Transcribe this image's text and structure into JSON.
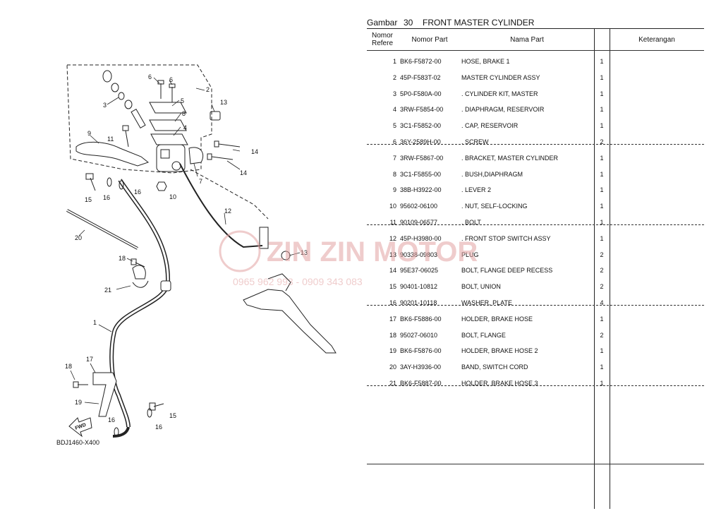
{
  "page": {
    "gambar_label": "Gambar",
    "gambar_number": "30",
    "section_title": "FRONT MASTER CYLINDER"
  },
  "diagram": {
    "code": "BDJ1460-X400",
    "fwd_label": "FWD",
    "callouts": [
      "1",
      "2",
      "3",
      "4",
      "5",
      "6",
      "6",
      "7",
      "8",
      "9",
      "10",
      "11",
      "12",
      "13",
      "13",
      "14",
      "14",
      "15",
      "15",
      "16",
      "16",
      "16",
      "16",
      "17",
      "18",
      "18",
      "19",
      "20",
      "21"
    ]
  },
  "watermark": {
    "brand": "ZIN ZIN MOTOR",
    "phone": "0965 962 993 - 0909 343 083"
  },
  "table": {
    "headers": {
      "ref": "Nomor Refere",
      "part_no": "Nomor Part",
      "part_name": "Nama Part",
      "remarks": "Keterangan"
    },
    "rows": [
      {
        "ref": "1",
        "part_no": "BK6-F5872-00",
        "name": "HOSE, BRAKE 1",
        "qty": "1"
      },
      {
        "ref": "2",
        "part_no": "45P-F583T-02",
        "name": "MASTER CYLINDER ASSY",
        "qty": "1"
      },
      {
        "ref": "3",
        "part_no": "5P0-F580A-00",
        "name": ". CYLINDER KIT, MASTER",
        "qty": "1"
      },
      {
        "ref": "4",
        "part_no": "3RW-F5854-00",
        "name": ". DIAPHRAGM, RESERVOIR",
        "qty": "1"
      },
      {
        "ref": "5",
        "part_no": "3C1-F5852-00",
        "name": ". CAP, RESERVOIR",
        "qty": "1"
      },
      {
        "ref": "6",
        "part_no": "36Y-2589H-00",
        "name": ". SCREW",
        "qty": "2"
      },
      {
        "ref": "7",
        "part_no": "3RW-F5867-00",
        "name": ". BRACKET, MASTER CYLINDER",
        "qty": "1"
      },
      {
        "ref": "8",
        "part_no": "3C1-F5855-00",
        "name": ". BUSH,DIAPHRAGM",
        "qty": "1"
      },
      {
        "ref": "9",
        "part_no": "38B-H3922-00",
        "name": ". LEVER 2",
        "qty": "1"
      },
      {
        "ref": "10",
        "part_no": "95602-06100",
        "name": ". NUT, SELF-LOCKING",
        "qty": "1"
      },
      {
        "ref": "11",
        "part_no": "90109-06577",
        "name": ". BOLT",
        "qty": "1"
      },
      {
        "ref": "12",
        "part_no": "45P-H3980-00",
        "name": ". FRONT STOP SWITCH ASSY",
        "qty": "1"
      },
      {
        "ref": "13",
        "part_no": "90338-09803",
        "name": "PLUG",
        "qty": "2"
      },
      {
        "ref": "14",
        "part_no": "95E37-06025",
        "name": "BOLT, FLANGE DEEP RECESS",
        "qty": "2"
      },
      {
        "ref": "15",
        "part_no": "90401-10812",
        "name": "BOLT, UNION",
        "qty": "2"
      },
      {
        "ref": "16",
        "part_no": "90201-10118",
        "name": "WASHER, PLATE",
        "qty": "4"
      },
      {
        "ref": "17",
        "part_no": "BK6-F5886-00",
        "name": "HOLDER, BRAKE HOSE",
        "qty": "1"
      },
      {
        "ref": "18",
        "part_no": "95027-06010",
        "name": "BOLT, FLANGE",
        "qty": "2"
      },
      {
        "ref": "19",
        "part_no": "BK6-F5876-00",
        "name": "HOLDER, BRAKE HOSE 2",
        "qty": "1"
      },
      {
        "ref": "20",
        "part_no": "3AY-H3936-00",
        "name": "BAND, SWITCH CORD",
        "qty": "1"
      },
      {
        "ref": "21",
        "part_no": "BK6-F5887-00",
        "name": "HOLDER, BRAKE HOSE 3",
        "qty": "1"
      }
    ]
  }
}
